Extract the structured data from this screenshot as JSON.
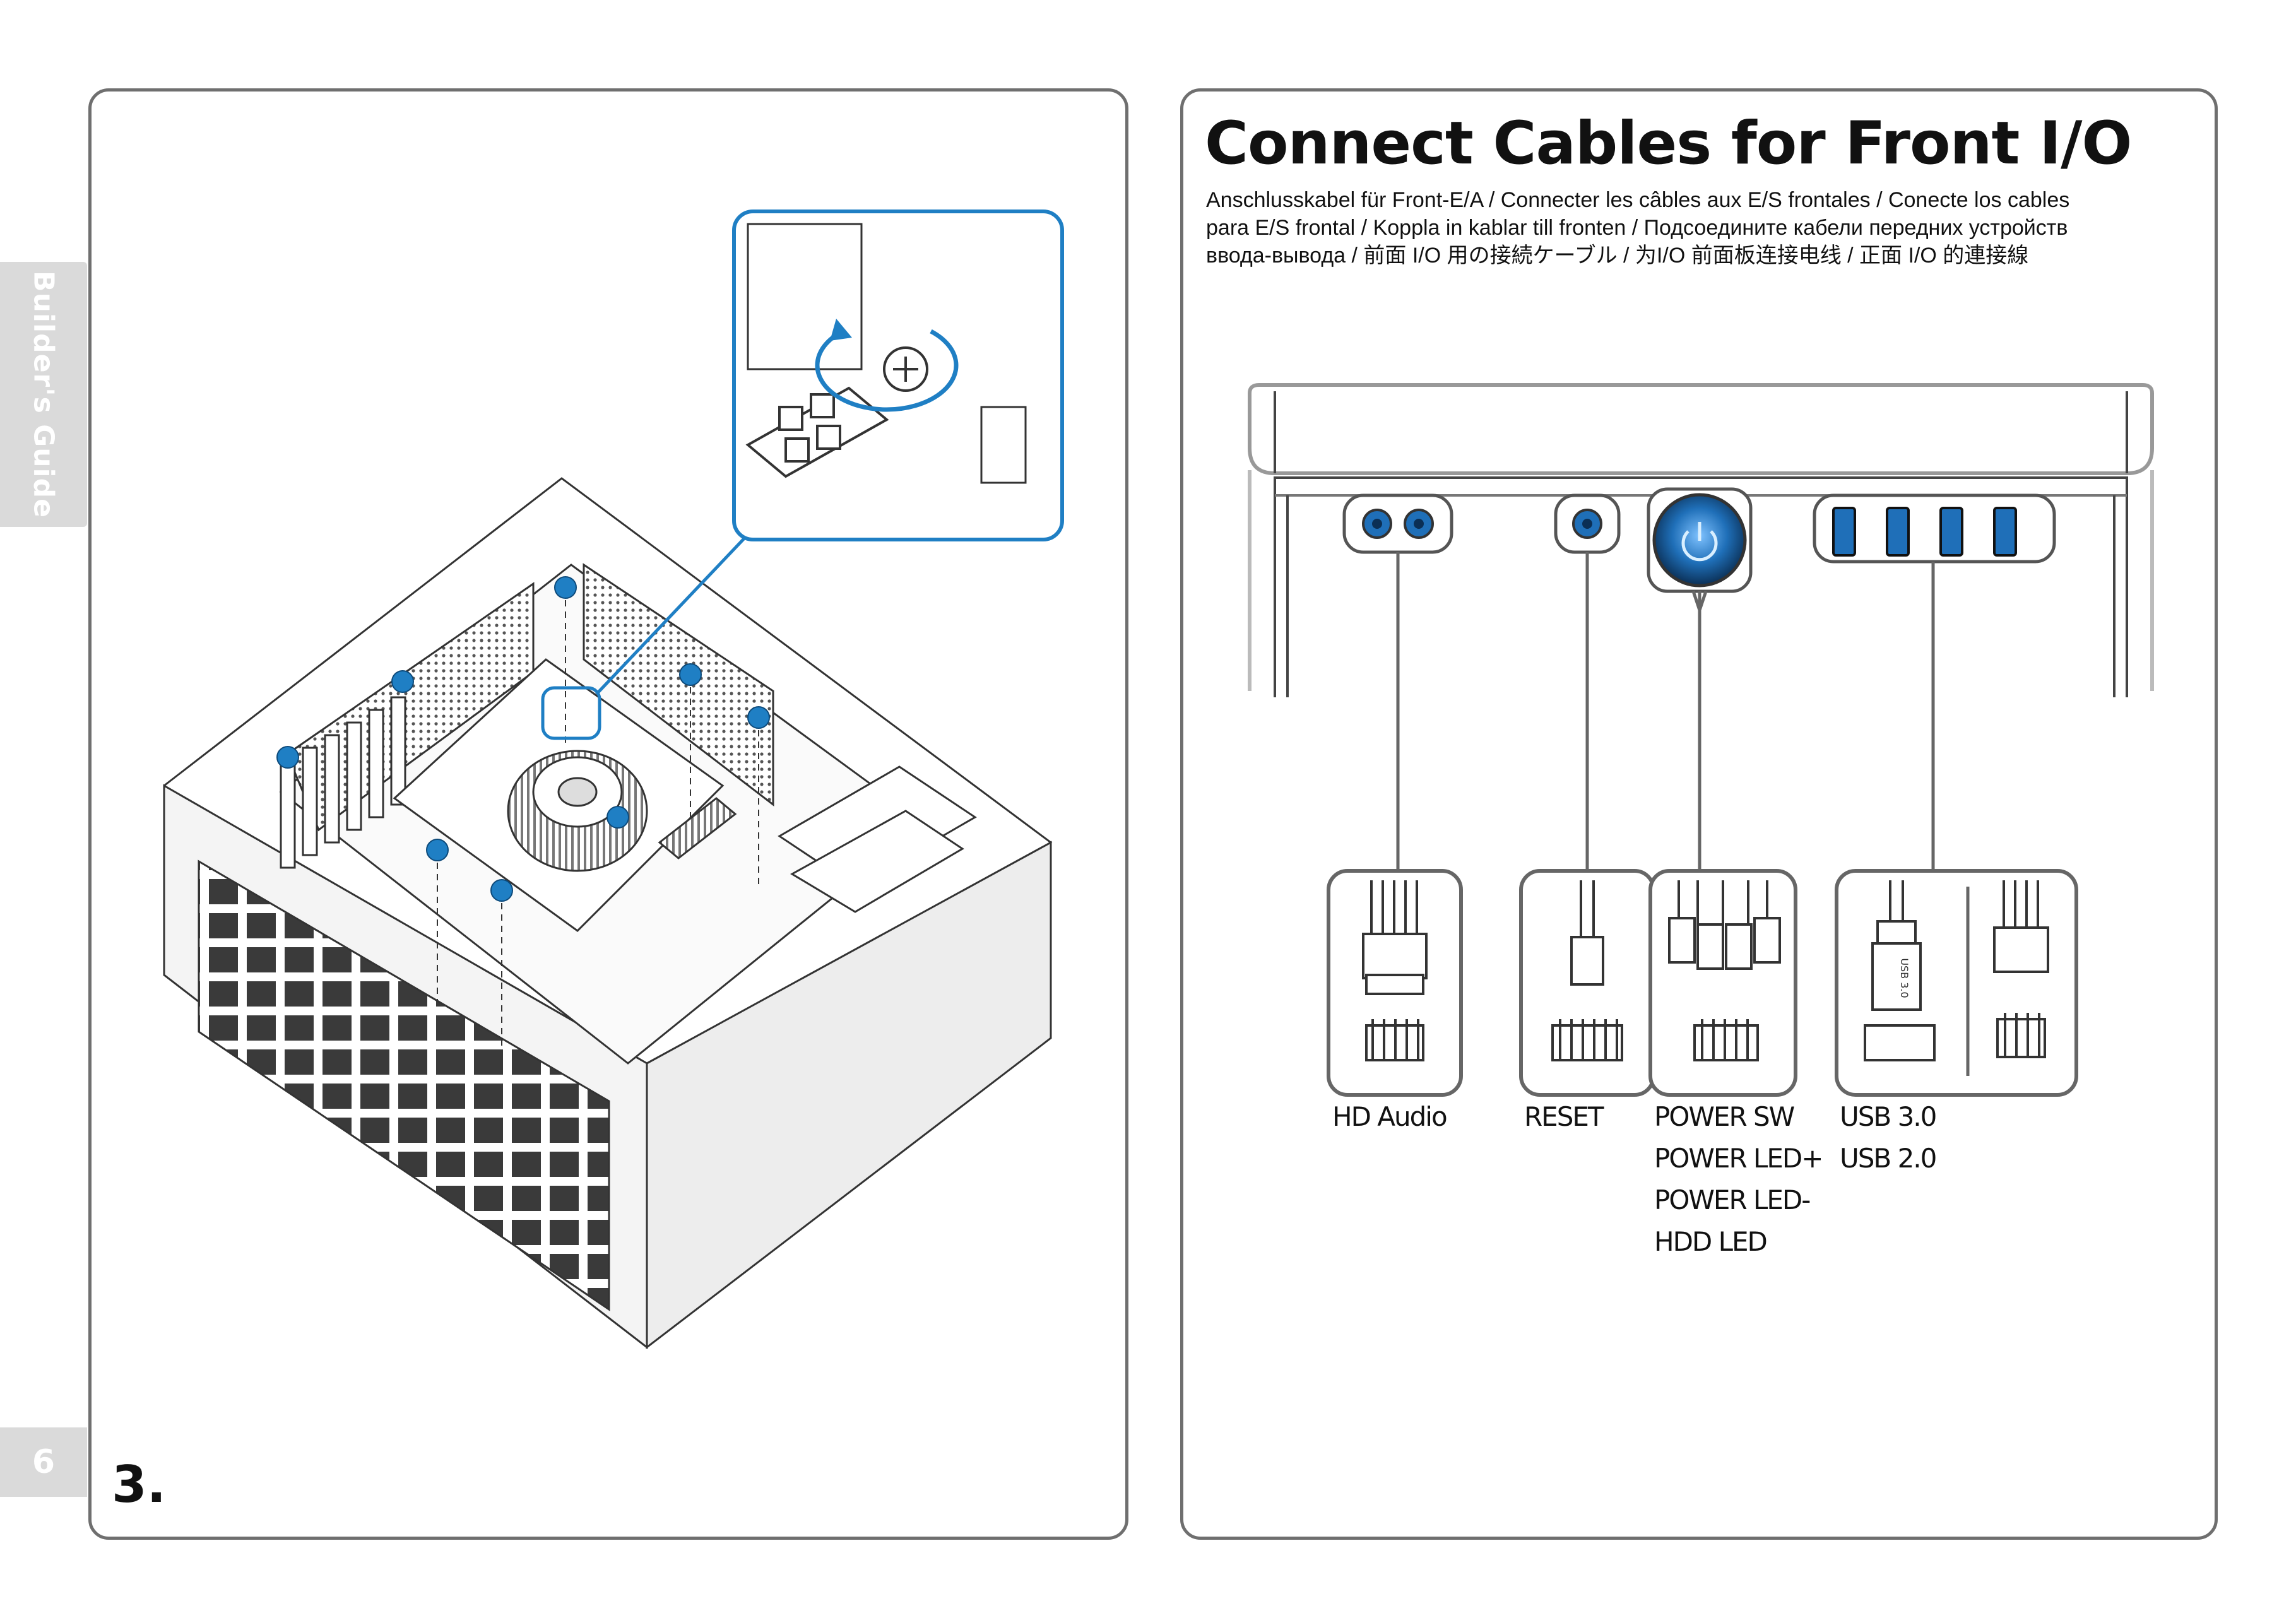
{
  "sidebar": {
    "label": "Builder's Guide",
    "page_number": "6"
  },
  "left_panel": {
    "step": "3."
  },
  "right_panel": {
    "title": "Connect Cables for Front I/O",
    "subtitle_lines": [
      "Anschlusskabel für Front-E/A  / Connecter les câbles aux E/S frontales  / Conecte los cables",
      "para E/S frontal / Koppla in kablar till fronten / Подсоедините кабели передних устройств",
      "ввода-вывода  / 前面 I/O 用の接続ケーブル / 为I/O 前面板连接电线 / 正面 I/O 的連接線"
    ],
    "connectors": [
      {
        "lines": [
          "HD Audio"
        ]
      },
      {
        "lines": [
          "RESET"
        ]
      },
      {
        "lines": [
          "POWER SW",
          "POWER LED+",
          "POWER LED-",
          "HDD LED"
        ]
      },
      {
        "lines": [
          "USB 3.0",
          "USB 2.0"
        ]
      }
    ],
    "usb_plug_text": "USB 3.0"
  },
  "colors": {
    "accent_blue": "#1f7fc4",
    "frame_gray": "#6f6f6f",
    "tab_gray": "#dadada"
  }
}
